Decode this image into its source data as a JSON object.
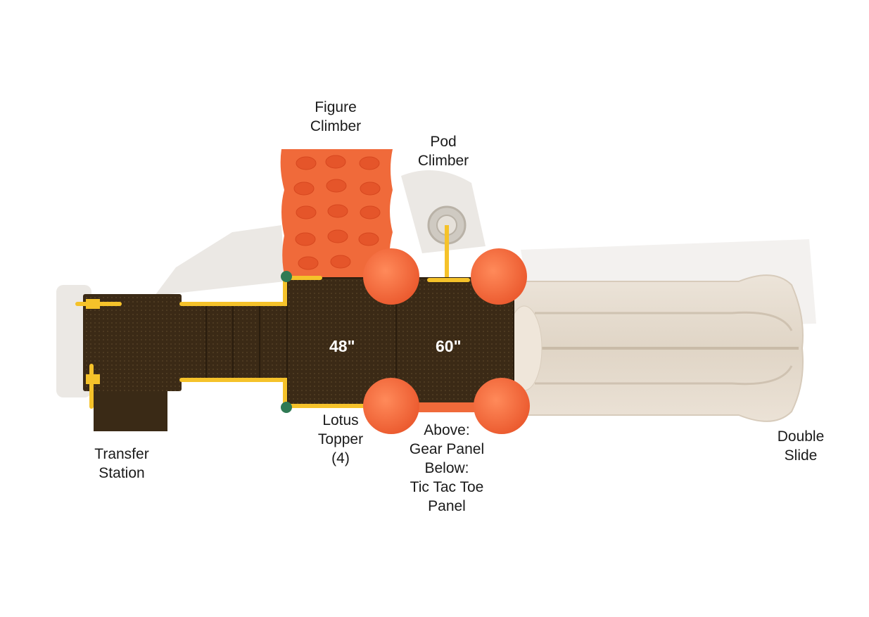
{
  "labels": {
    "figure_climber": [
      "Figure",
      "Climber"
    ],
    "pod_climber": [
      "Pod",
      "Climber"
    ],
    "transfer_station": [
      "Transfer",
      "Station"
    ],
    "lotus_topper": [
      "Lotus",
      "Topper",
      "(4)"
    ],
    "panels": [
      "Above:",
      "Gear Panel",
      "Below:",
      "Tic Tac Toe",
      "Panel"
    ],
    "double_slide": [
      "Double",
      "Slide"
    ]
  },
  "deck_heights": {
    "deck_1": "48\"",
    "deck_2": "60\""
  },
  "colors": {
    "deck": "#3b2a16",
    "accent_orange": "#f06a3a",
    "rail_yellow": "#f5c22a",
    "slide_tan": "#e7ddd0",
    "pod_grey": "#cfcac2",
    "topper_green": "#2f7a54"
  }
}
